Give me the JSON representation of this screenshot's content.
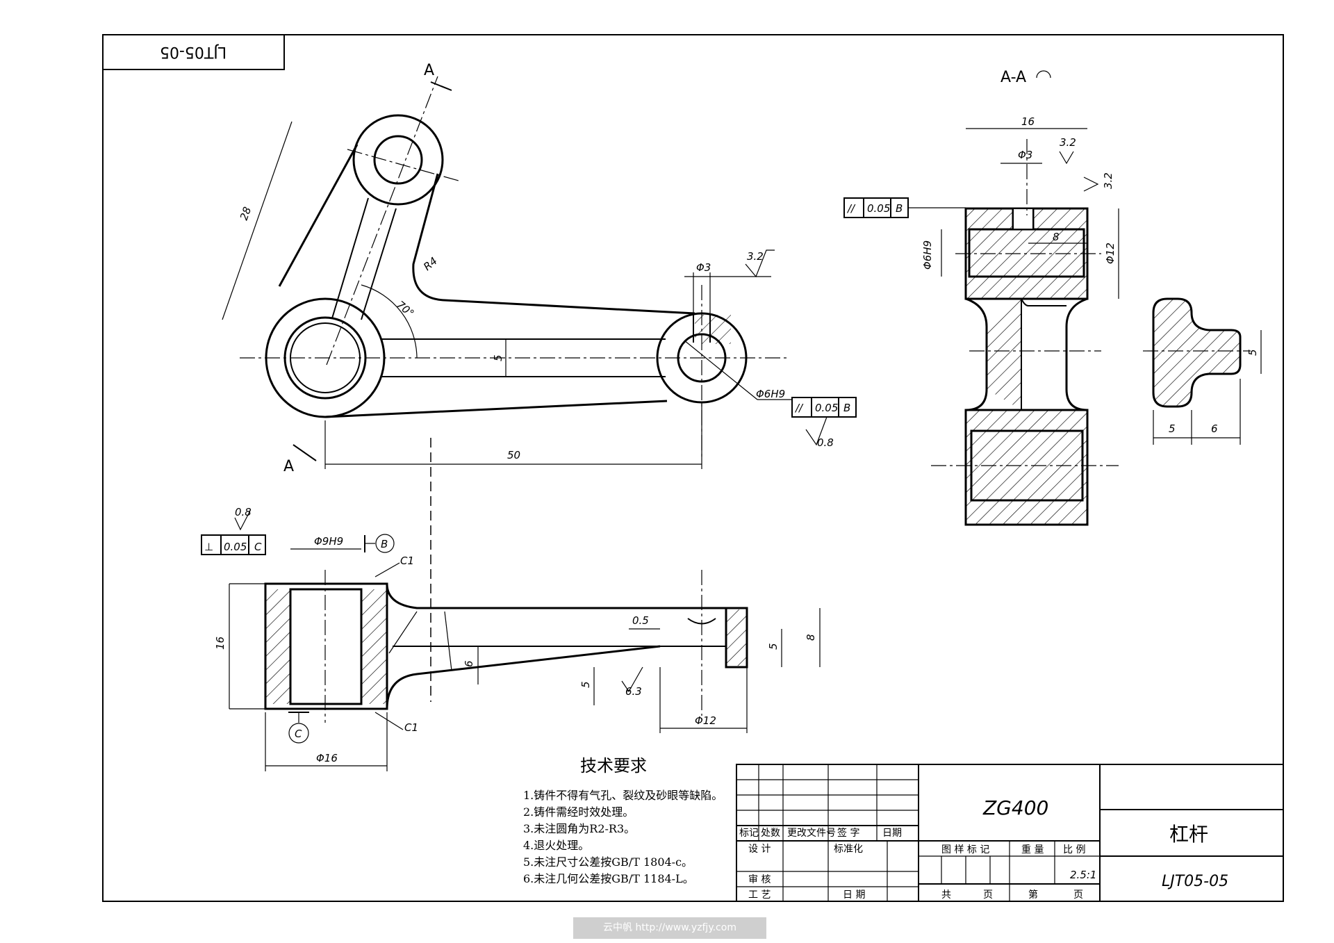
{
  "drawing": {
    "corner_code": "LJT05-05",
    "section_label": "A-A",
    "section_marker": "A",
    "dims": {
      "d28": "28",
      "r4": "R4",
      "a70": "70°",
      "d5": "5",
      "phi3": "Φ3",
      "phi6h9": "Φ6H9",
      "d50": "50",
      "rough32": "3.2",
      "rough08": "0.8",
      "rough63": "6.3",
      "phi9h9": "Φ9H9",
      "c1": "C1",
      "d16": "16",
      "d6": "6",
      "d05": "0.5",
      "d8": "8",
      "phi12": "Φ12",
      "phi16": "Φ16",
      "s16": "16",
      "s8": "8",
      "s12": "Φ12",
      "s5": "5",
      "s6": "6"
    },
    "fcf": {
      "par1": {
        "sym": "//",
        "tol": "0.05",
        "datum": "B"
      },
      "par2": {
        "sym": "//",
        "tol": "0.05",
        "datum": "B"
      },
      "perp": {
        "sym": "⊥",
        "tol": "0.05",
        "datum": "C"
      }
    },
    "datums": {
      "b": "B",
      "c": "C"
    }
  },
  "notes": {
    "title": "技术要求",
    "items": [
      "1.铸件不得有气孔、裂纹及砂眼等缺陷。",
      "2.铸件需经时效处理。",
      "3.未注圆角为R2-R3。",
      "4.退火处理。",
      "5.未注尺寸公差按GB/T 1804-c。",
      "6.未注几何公差按GB/T 1184-L。"
    ]
  },
  "title_block": {
    "material": "ZG400",
    "part_name": "杠杆",
    "drawing_no": "LJT05-05",
    "scale": "2.5:1",
    "headers": {
      "mark": "标记",
      "count": "处数",
      "change_doc": "更改文件号",
      "sign": "签 字",
      "date": "日期"
    },
    "rows": {
      "design": "设 计",
      "standardize": "标准化",
      "review": "审 核",
      "process": "工 艺",
      "date2": "日 期"
    },
    "cols": {
      "drawing_mark": "图 样 标 记",
      "weight": "重 量",
      "ratio": "比 例"
    },
    "pages": {
      "total": "共",
      "page": "页",
      "nth": "第",
      "page2": "页"
    }
  },
  "watermark": "云中帆 http://www.yzfjy.com"
}
